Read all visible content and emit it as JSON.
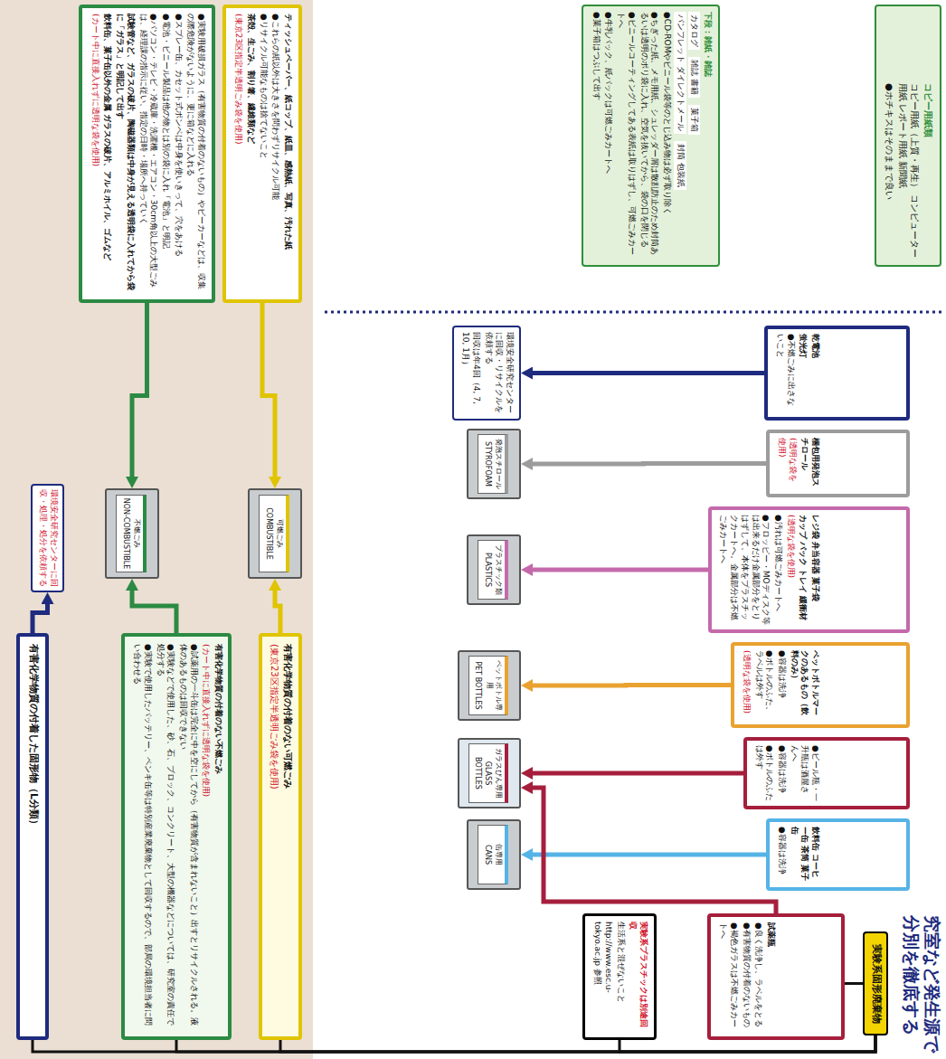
{
  "diagram": {
    "title": "究室など発生源で 分別を徹底する",
    "nodes": [
      {
        "text": [
          "コピー用紙類",
          "コピー用紙（上質・再生） コンピューター用紙 レポート用紙 新聞紙",
          "●ホチキスはそのままで良い"
        ]
      },
      {
        "text": [
          "下段：雑紙・雑誌",
          "カタログ",
          "雑誌 書籍",
          "菓子箱",
          "パンフレット ダイレクトメール",
          "封筒 包装紙",
          "●CD-ROMやビニール袋等のとじ込み物は必ず取り除く",
          "●ちぎった紙、メモ用紙、シュレッダー屑は散乱防止のため封筒あるいは透明のポリ袋に入れ、空気を抜いてから、袋の口を閉じる",
          "●ビニールコーティングしてある表紙は取りはずし、可燃ごみカートへ",
          "●牛乳パック、紙パックは可燃ごみカートへ",
          "●菓子箱はつぶして出す"
        ]
      },
      {
        "text": [
          "乾電池",
          "蛍光灯",
          "●不燃ごみに出さないこと"
        ]
      },
      {
        "text": [
          "梱包用発泡スチロール",
          "(透明な袋を使用)"
        ]
      },
      {
        "text": [
          "レジ袋 弁当容器 菓子袋",
          "カップ パック トレイ 緩衝材",
          "(透明な袋を使用)",
          "●汚れは可燃ごみカートへ",
          "●フロッピー・MOディスク等は出来るだけ金属部分をとりはずして、本体をプラスチックカートへ。金属部分は不燃ごみカートへ"
        ]
      },
      {
        "text": [
          "ペットボトルマークのあるもの（飲料のみ）",
          "●容器は洗浄",
          "●ボトルのふた、ラベルは外す",
          "(透明な袋を使用)"
        ]
      },
      {
        "text": [
          "●ビール瓶・一升瓶は酒屋さんへ",
          "●容器は洗浄",
          "●ボトルのふたは外す"
        ]
      },
      {
        "text": [
          "飲料缶 コーヒー缶 茶筒 菓子缶",
          "●容器は洗浄"
        ]
      },
      {
        "text": [
          "環境安全研究センターに回収・リサイクルを依頼する",
          "回収は年4回（4, 7, 10, 1月）"
        ]
      },
      {
        "text": [
          "発泡スチロール",
          "STYROFOAM"
        ]
      },
      {
        "text": [
          "プラスチック類",
          "PLASTICS"
        ]
      },
      {
        "text": [
          "ペットボトル専用",
          "PET BOTTLES"
        ]
      },
      {
        "text": [
          "ガラスびん専用",
          "GLASS BOTTLES"
        ]
      },
      {
        "text": [
          "缶専用",
          "CANS"
        ]
      },
      {
        "text": [
          "実験系固形廃棄物"
        ]
      },
      {
        "text": [
          "試薬瓶",
          "●良く洗浄し、ラベルをとる",
          "●有害物質の付着のないもの",
          "●褐色ガラスは不燃ごみカートへ"
        ]
      },
      {
        "text": [
          "実験系プラスチックは別途回収",
          "生活系と混ぜないこと",
          "http://www.esc.u-tokyo.ac.jp 参照"
        ]
      },
      {
        "text": [
          "ティッシュペーパー、紙コップ、紙皿、感熱紙、写真、汚れた紙",
          "●これらの紙以外は大きさを問わずリサイクル可能",
          "●リサイクル可能なものは捨てないこと",
          "茶殻、生ごみ、割り箸、繊維類など",
          "(東京23区指定半透明ごみ袋を使用)"
        ]
      },
      {
        "text": [
          "●実験用破損ガラス（有害物質の付着のないもの）やビーカーなどは、収集の際危険がないように、更に箱などに入れる",
          "●スプレー缶、カセット式ボンベは中身を使いきって、穴をあける",
          "●電池・ビニール製品は他の物とは別の袋に入れ「電池」と明記",
          "●パソコン・テレビ・冷蔵庫・洗濯機・エアコン・30cm角以上の大型ごみは、経理課の指示に従い、指定の日時・場所へ持っていく",
          "試験管など、ガラスの破片、陶磁器類は中身が見える透明袋に入れてから袋に「ガラス」と明記して出す",
          "飲料缶、菓子缶以外の金属 ガラスの破片、アルミホイル、ゴムなど",
          "(カート中に直接入れずに透明な袋を使用)"
        ]
      },
      {
        "text": [
          "可燃ごみ",
          "COMBUSTIBLE"
        ]
      },
      {
        "text": [
          "不燃ごみ",
          "NON-COMBUSTIBLE"
        ]
      },
      {
        "text": [
          "有害化学物質の付着のない可燃ごみ",
          "(東京23区指定半透明ごみ袋を使用)"
        ]
      },
      {
        "text": [
          "有害化学物質の付着のない不燃ごみ",
          "(カート中に直接入れずに透明な袋を使用)",
          "●試薬用の一斗缶は完全に中を空にしてから（有害物質が含まれないこと）出すとリサイクルされる。液体のあるものは回収できない",
          "●実験などで使用した、砂、石、ブロック、コンクリート、大型の機器などについては、研究室の責任で処分する",
          "●実験で使用したバッテリー、ペンキ缶等は特別産業廃棄物として回収するので、部局の環境担当者に問い合わせる"
        ]
      },
      {
        "text": [
          "環境安全研究センターに回収・処理・処分を依頼する"
        ]
      },
      {
        "text": [
          "有害化学物質の付着した固形物（L分類）"
        ]
      }
    ],
    "edges": [
      {
        "from": 2,
        "to": 8,
        "arrow": "to"
      },
      {
        "from": 3,
        "to": 9,
        "arrow": "to"
      },
      {
        "from": 4,
        "to": 10,
        "arrow": "to"
      },
      {
        "from": 5,
        "to": 11,
        "arrow": "to"
      },
      {
        "from": 6,
        "to": 12,
        "arrow": "to"
      },
      {
        "from": 7,
        "to": 13,
        "arrow": "to"
      },
      {
        "from": 15,
        "to": 12,
        "arrow": "to"
      },
      {
        "from": 14,
        "to": 15,
        "arrow": "none"
      },
      {
        "from": 14,
        "to": 16,
        "arrow": "none"
      },
      {
        "from": 14,
        "to": 21,
        "arrow": "none"
      },
      {
        "from": 14,
        "to": 22,
        "arrow": "none"
      },
      {
        "from": 14,
        "to": 24,
        "arrow": "none"
      },
      {
        "from": 17,
        "to": 19,
        "arrow": "to"
      },
      {
        "from": 18,
        "to": 20,
        "arrow": "to"
      },
      {
        "from": 21,
        "to": 19,
        "arrow": "to"
      },
      {
        "from": 22,
        "to": 20,
        "arrow": "to"
      },
      {
        "from": 24,
        "to": 23,
        "arrow": "to"
      }
    ]
  }
}
